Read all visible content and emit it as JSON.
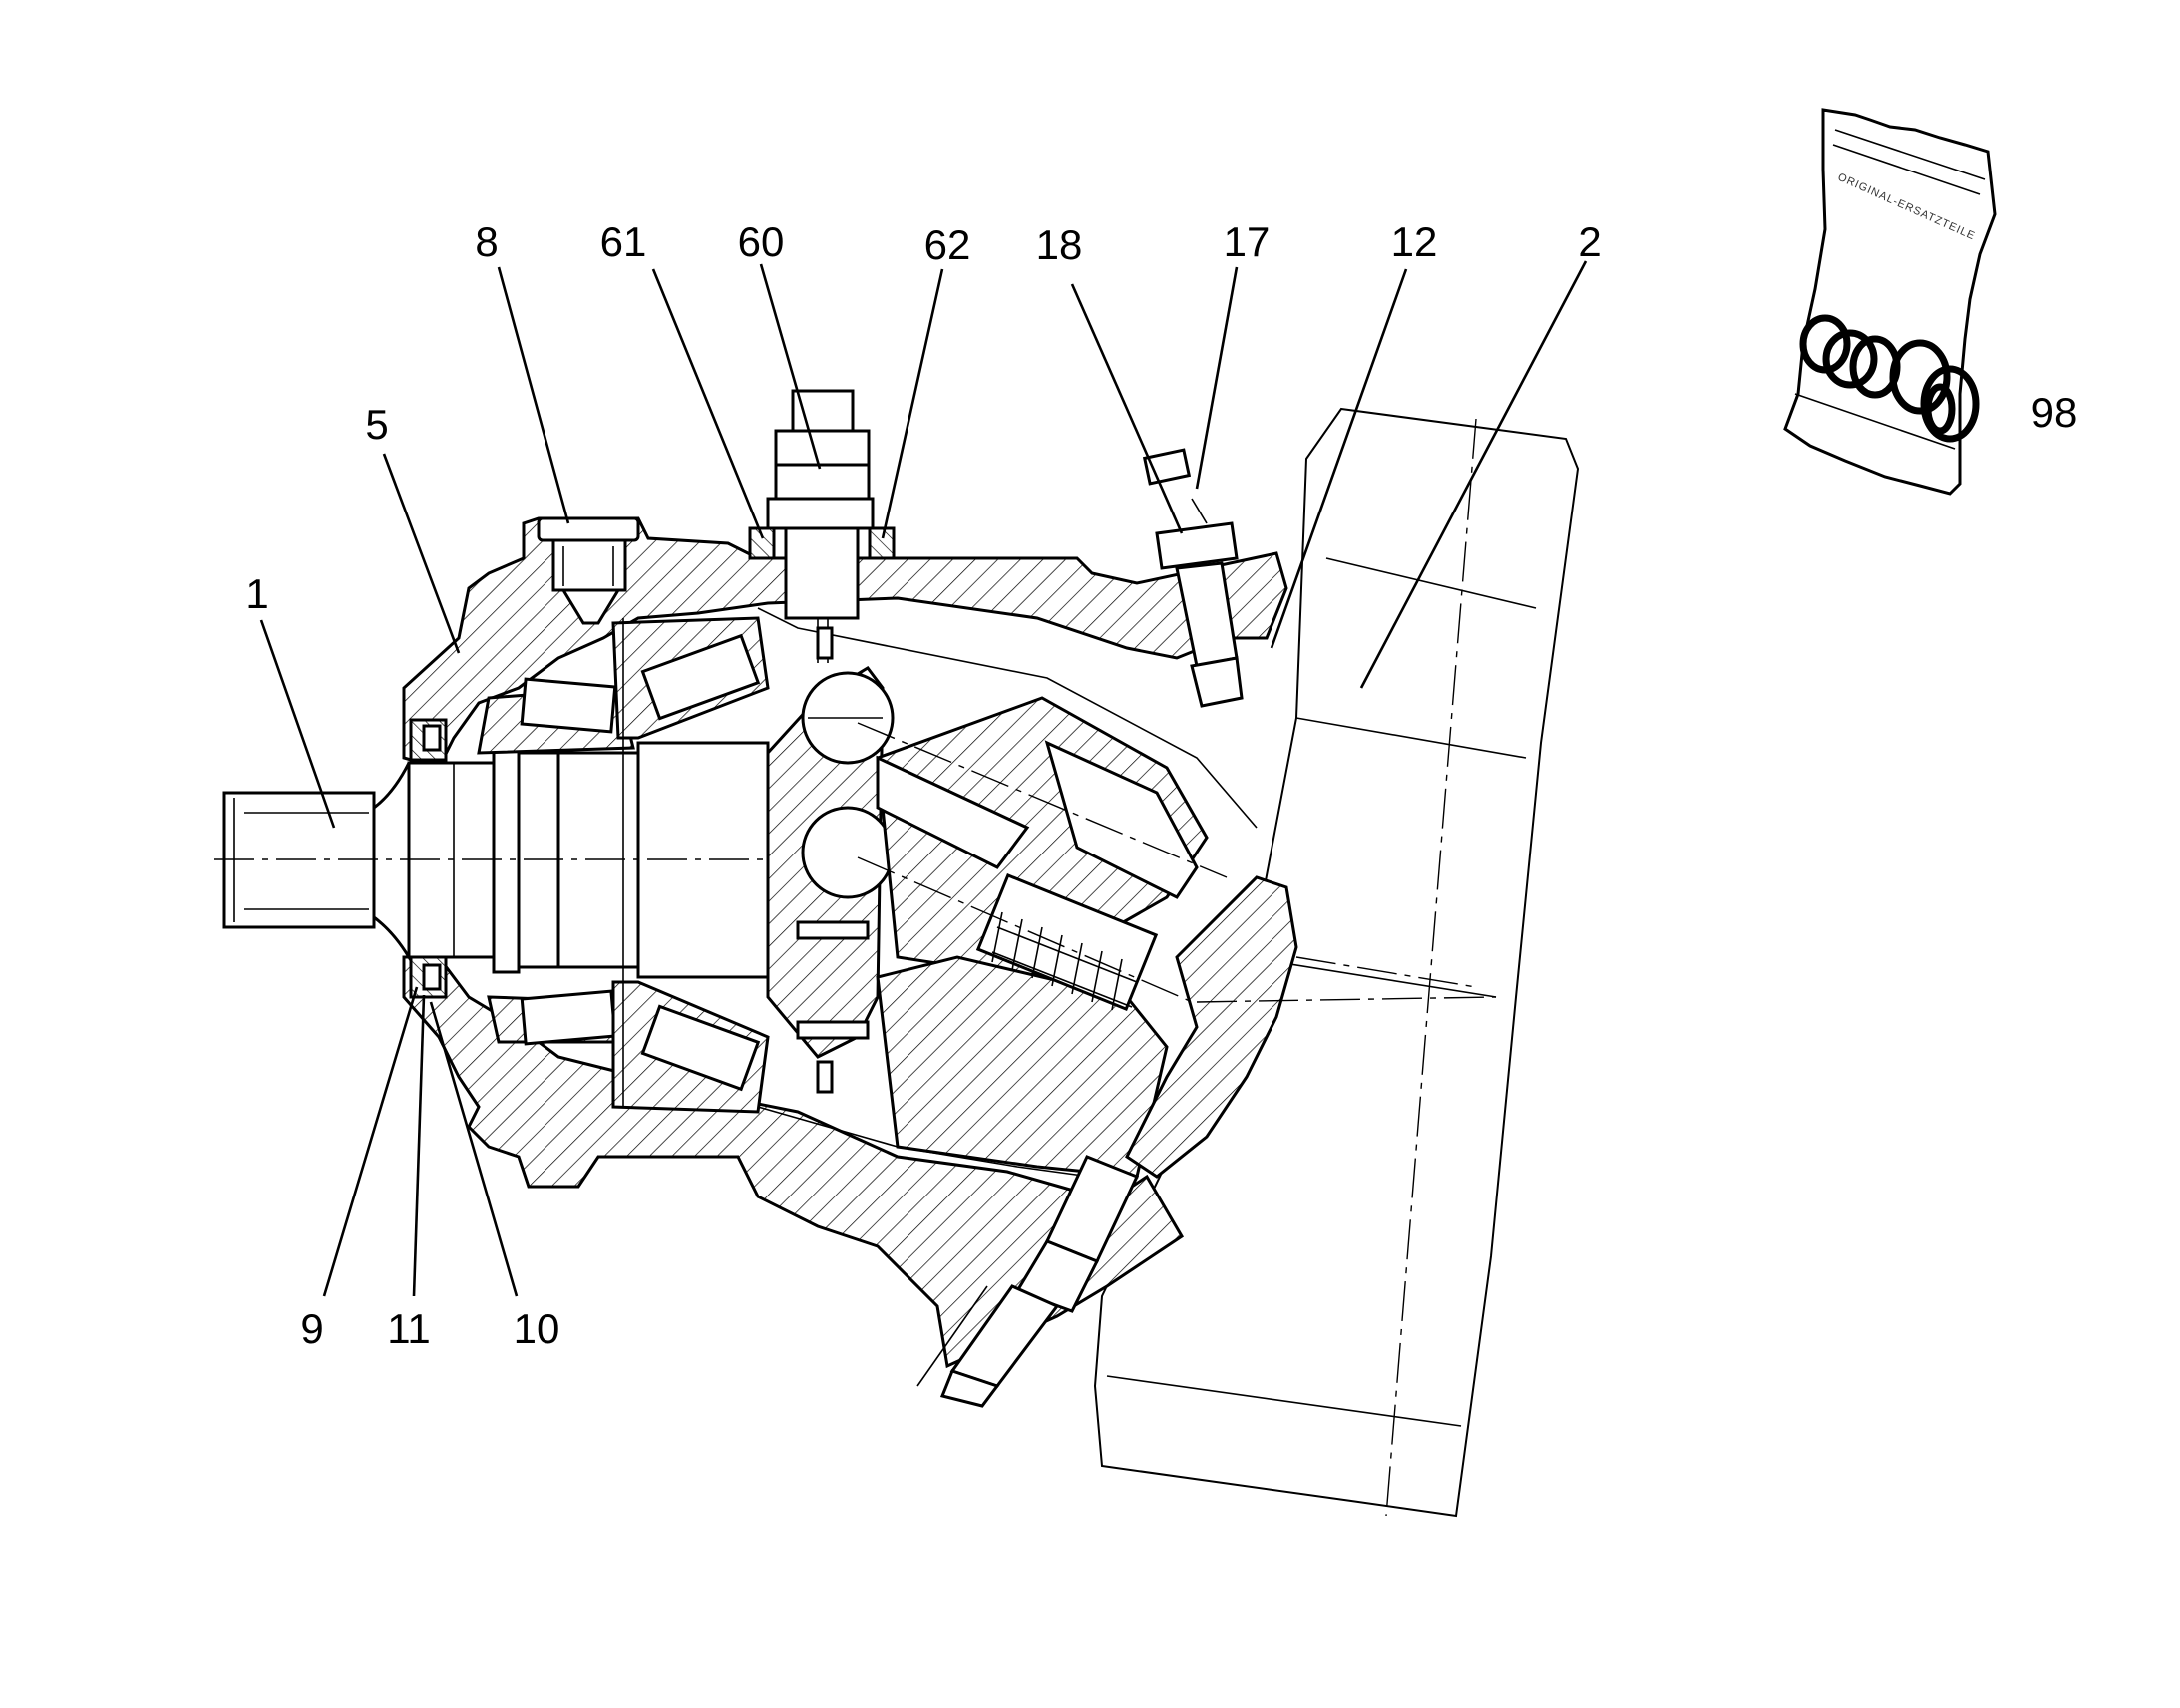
{
  "callouts": [
    {
      "id": "1",
      "label": "1"
    },
    {
      "id": "2",
      "label": "2"
    },
    {
      "id": "5",
      "label": "5"
    },
    {
      "id": "8",
      "label": "8"
    },
    {
      "id": "9",
      "label": "9"
    },
    {
      "id": "10",
      "label": "10"
    },
    {
      "id": "11",
      "label": "11"
    },
    {
      "id": "12",
      "label": "12"
    },
    {
      "id": "17",
      "label": "17"
    },
    {
      "id": "18",
      "label": "18"
    },
    {
      "id": "60",
      "label": "60"
    },
    {
      "id": "61",
      "label": "61"
    },
    {
      "id": "62",
      "label": "62"
    },
    {
      "id": "98",
      "label": "98"
    }
  ],
  "seal_kit": {
    "bag_text": "ORIGINAL-ERSATZTEILE"
  }
}
